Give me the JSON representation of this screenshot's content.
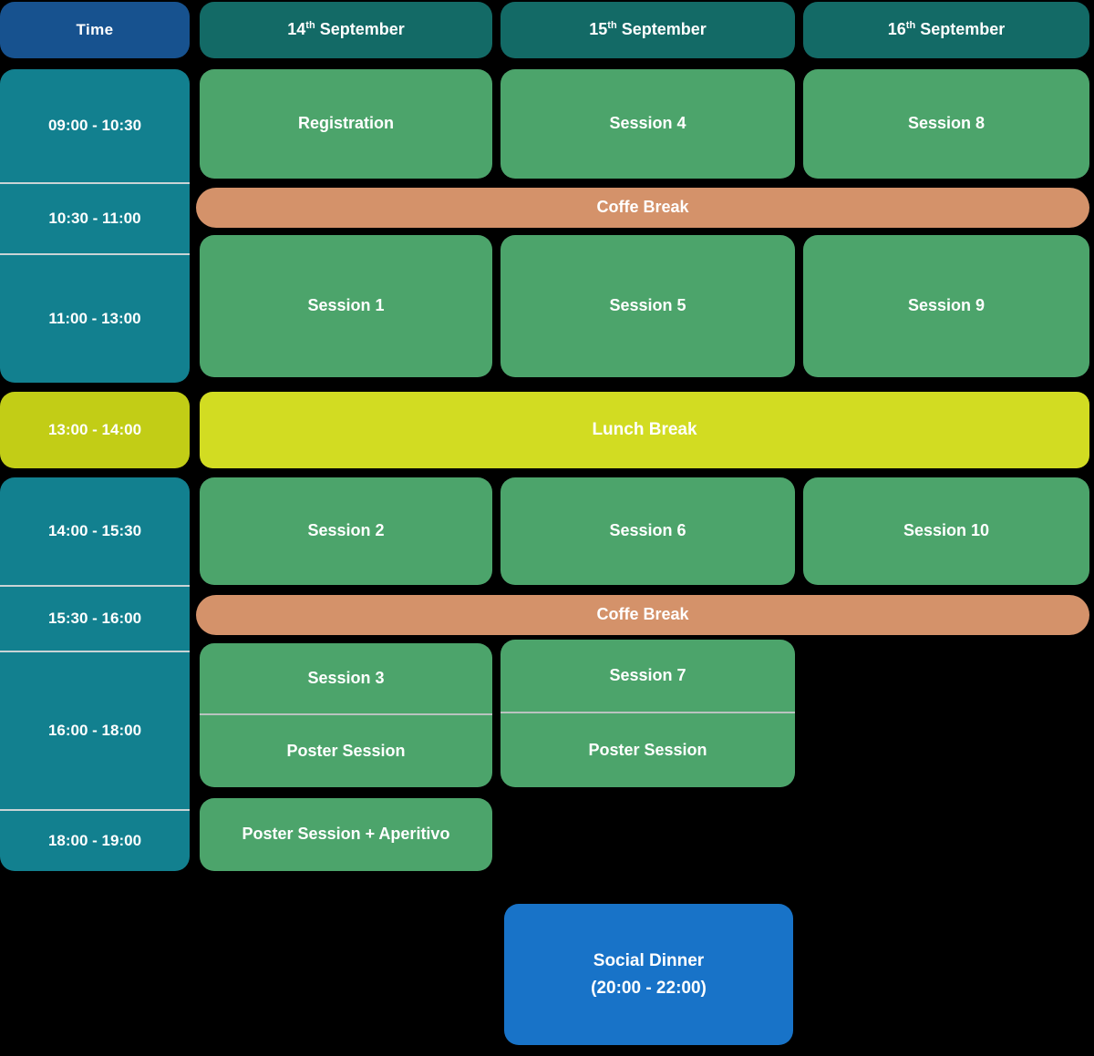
{
  "headers": {
    "time_label": "Time",
    "days": [
      {
        "num": "14",
        "sup": "th",
        "month": "September"
      },
      {
        "num": "15",
        "sup": "th",
        "month": "September"
      },
      {
        "num": "16",
        "sup": "th",
        "month": "September"
      }
    ]
  },
  "time_slots": [
    {
      "label": "09:00 - 10:30"
    },
    {
      "label": "10:30 - 11:00"
    },
    {
      "label": "11:00 - 13:00"
    },
    {
      "label": "13:00 - 14:00"
    },
    {
      "label": "14:00 - 15:30"
    },
    {
      "label": "15:30 - 16:00"
    },
    {
      "label": "16:00 - 18:00"
    },
    {
      "label": "18:00 - 19:00"
    }
  ],
  "entries": {
    "registration": "Registration",
    "session1": "Session 1",
    "session2": "Session 2",
    "session3": "Session 3",
    "session4": "Session 4",
    "session5": "Session 5",
    "session6": "Session 6",
    "session7": "Session 7",
    "session8": "Session 8",
    "session9": "Session 9",
    "session10": "Session 10",
    "poster_d1": "Poster Session",
    "poster_d2": "Poster Session",
    "poster_aperitivo": "Poster Session + Aperitivo"
  },
  "breaks": {
    "coffee_morning": "Coffe Break",
    "coffee_afternoon": "Coffe Break",
    "lunch": "Lunch Break"
  },
  "social_dinner": {
    "title": "Social Dinner",
    "time": "(20:00 - 22:00)"
  },
  "colors": {
    "background": "#000000",
    "time_header": "#17528F",
    "day_header": "#136A66",
    "time_cell": "#12808F",
    "time_cell_lunch": "#C2CD16",
    "session": "#4CA46B",
    "coffee_break": "#D4926A",
    "lunch_break": "#D2DC22",
    "social_dinner": "#1873C8",
    "divider": "#c9d4d6",
    "text": "#FFFFFF"
  }
}
